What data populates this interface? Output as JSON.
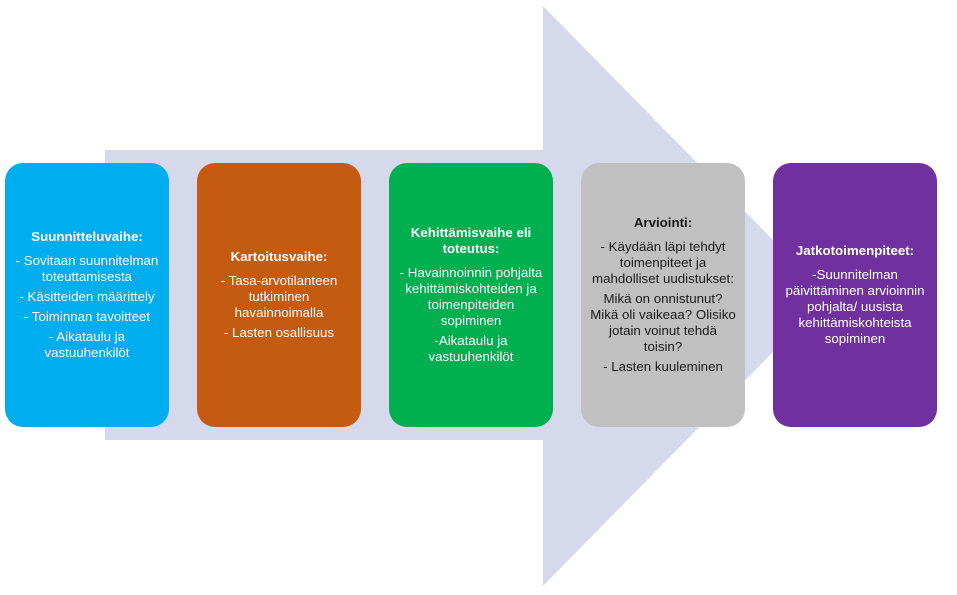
{
  "colors": {
    "arrow": "#d6d9ec",
    "stage_1": "#00aeef",
    "stage_2": "#c55a11",
    "stage_3": "#00b050",
    "stage_4": "#c0c0c0",
    "stage_5": "#7030a0"
  },
  "stages": [
    {
      "title": "Suunnitteluvaihe:",
      "items": [
        "- Sovitaan suunnitelman toteuttamisesta",
        "- Käsitteiden määrittely",
        "- Toiminnan tavoitteet",
        "- Aikataulu ja vastuuhenkilöt"
      ]
    },
    {
      "title": "Kartoitusvaihe:",
      "items": [
        "- Tasa-arvotilanteen tutkiminen havainnoimalla",
        "- Lasten osallisuus"
      ]
    },
    {
      "title": "Kehittämisvaihe eli toteutus:",
      "items": [
        "- Havainnoinnin pohjalta kehittämiskohteiden ja toimenpiteiden sopiminen",
        "-Aikataulu ja vastuuhenkilöt"
      ]
    },
    {
      "title": "Arviointi:",
      "items": [
        "- Käydään läpi tehdyt toimenpiteet ja mahdolliset uudistukset:",
        "Mikä on onnistunut? Mikä oli vaikeaa? Olisiko jotain voinut tehdä toisin?",
        "- Lasten kuuleminen"
      ]
    },
    {
      "title": "Jatkotoimenpiteet:",
      "items": [
        "-Suunnitelman päivittäminen arvioinnin pohjalta/ uusista kehittämiskohteista sopiminen"
      ]
    }
  ]
}
